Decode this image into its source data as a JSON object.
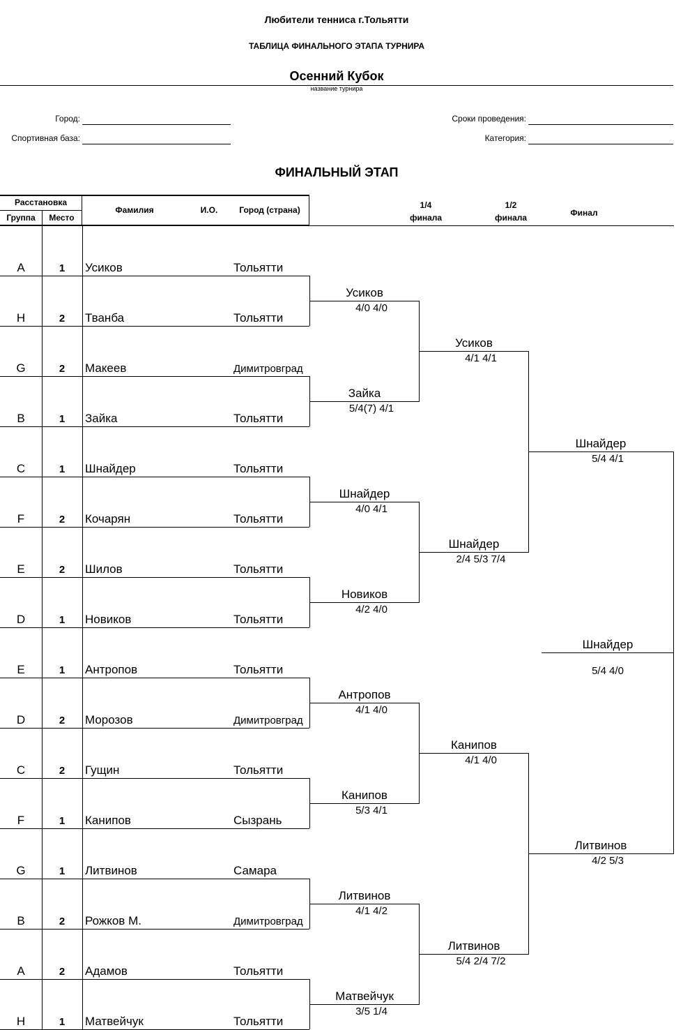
{
  "header": {
    "org": "Любители тенниса г.Тольятти",
    "subtitle": "ТАБЛИЦА ФИНАЛЬНОГО ЭТАПА ТУРНИРА",
    "tournament": "Осенний Кубок",
    "tournament_caption": "название турнира"
  },
  "fields": {
    "city_label": "Город:",
    "base_label": "Спортивная база:",
    "dates_label": "Сроки проведения:",
    "category_label": "Категория:"
  },
  "section_title": "ФИНАЛЬНЫЙ ЭТАП",
  "table_header": {
    "seeding": "Расстановка",
    "group": "Группа",
    "place": "Место",
    "surname": "Фамилия",
    "initials": "И.О.",
    "city": "Город (страна)",
    "quarter_1": "1/4",
    "quarter_2": "финала",
    "semi_1": "1/2",
    "semi_2": "финала",
    "final": "Финал"
  },
  "players": [
    {
      "group": "A",
      "place": "1",
      "name": "Усиков",
      "city": "Тольятти"
    },
    {
      "group": "H",
      "place": "2",
      "name": "Тванба",
      "city": "Тольятти"
    },
    {
      "group": "G",
      "place": "2",
      "name": "Макеев",
      "city": "Димитровград"
    },
    {
      "group": "B",
      "place": "1",
      "name": "Зайка",
      "city": "Тольятти"
    },
    {
      "group": "C",
      "place": "1",
      "name": "Шнайдер",
      "city": "Тольятти"
    },
    {
      "group": "F",
      "place": "2",
      "name": "Кочарян",
      "city": "Тольятти"
    },
    {
      "group": "E",
      "place": "2",
      "name": "Шилов",
      "city": "Тольятти"
    },
    {
      "group": "D",
      "place": "1",
      "name": "Новиков",
      "city": "Тольятти"
    },
    {
      "group": "E",
      "place": "1",
      "name": "Антропов",
      "city": "Тольятти"
    },
    {
      "group": "D",
      "place": "2",
      "name": "Морозов",
      "city": "Димитровград"
    },
    {
      "group": "C",
      "place": "2",
      "name": "Гущин",
      "city": "Тольятти"
    },
    {
      "group": "F",
      "place": "1",
      "name": "Канипов",
      "city": "Сызрань"
    },
    {
      "group": "G",
      "place": "1",
      "name": "Литвинов",
      "city": "Самара"
    },
    {
      "group": "B",
      "place": "2",
      "name": "Рожков М.",
      "city": "Димитровград"
    },
    {
      "group": "A",
      "place": "2",
      "name": "Адамов",
      "city": "Тольятти"
    },
    {
      "group": "H",
      "place": "1",
      "name": "Матвейчук",
      "city": "Тольятти"
    }
  ],
  "quarterfinals": [
    {
      "winner": "Усиков",
      "score": "4/0 4/0"
    },
    {
      "winner": "Зайка",
      "score": "5/4(7) 4/1"
    },
    {
      "winner": "Шнайдер",
      "score": "4/0 4/1"
    },
    {
      "winner": "Новиков",
      "score": "4/2 4/0"
    },
    {
      "winner": "Антропов",
      "score": "4/1 4/0"
    },
    {
      "winner": "Канипов",
      "score": "5/3 4/1"
    },
    {
      "winner": "Литвинов",
      "score": "4/1 4/2"
    },
    {
      "winner": "Матвейчук",
      "score": "3/5 1/4"
    }
  ],
  "semifinals": [
    {
      "winner": "Усиков",
      "score": "4/1 4/1"
    },
    {
      "winner": "Шнайдер",
      "score": "2/4 5/3 7/4"
    },
    {
      "winner": "Канипов",
      "score": "4/1 4/0"
    },
    {
      "winner": "Литвинов",
      "score": "5/4 2/4 7/2"
    }
  ],
  "finals": [
    {
      "winner": "Шнайдер",
      "score": "5/4 4/1"
    },
    {
      "winner": "Литвинов",
      "score": "4/2 5/3"
    }
  ],
  "champion": {
    "winner": "Шнайдер",
    "score": "5/4 4/0"
  }
}
